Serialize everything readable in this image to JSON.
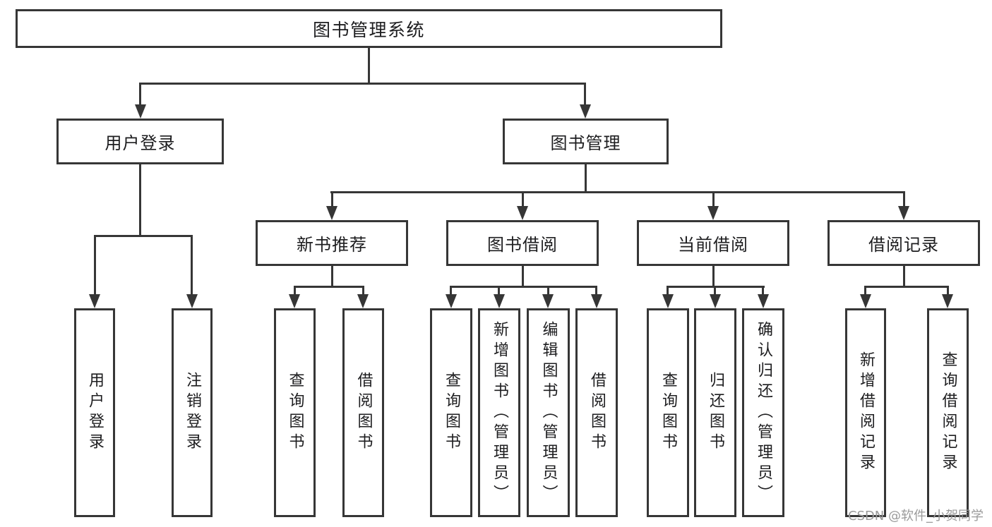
{
  "diagram": {
    "root": {
      "label": "图书管理系统"
    },
    "level2": [
      {
        "label": "用户登录"
      },
      {
        "label": "图书管理"
      }
    ],
    "level3": [
      {
        "label": "新书推荐"
      },
      {
        "label": "图书借阅"
      },
      {
        "label": "当前借阅"
      },
      {
        "label": "借阅记录"
      }
    ],
    "leaves": [
      {
        "label": "用户登录"
      },
      {
        "label": "注销登录"
      },
      {
        "label": "查询图书"
      },
      {
        "label": "借阅图书"
      },
      {
        "label": "查询图书"
      },
      {
        "label": "新增图书（管理员）"
      },
      {
        "label": "编辑图书（管理员）"
      },
      {
        "label": "借阅图书"
      },
      {
        "label": "查询图书"
      },
      {
        "label": "归还图书"
      },
      {
        "label": "确认归还（管理员）"
      },
      {
        "label": "新增借阅记录"
      },
      {
        "label": "查询借阅记录"
      }
    ]
  },
  "watermark": {
    "text": "CSDN @软件_小贺同学"
  },
  "colors": {
    "line": "#363636",
    "text": "#1d1d1f",
    "watermark": "#9a9a9a",
    "background": "#ffffff"
  }
}
